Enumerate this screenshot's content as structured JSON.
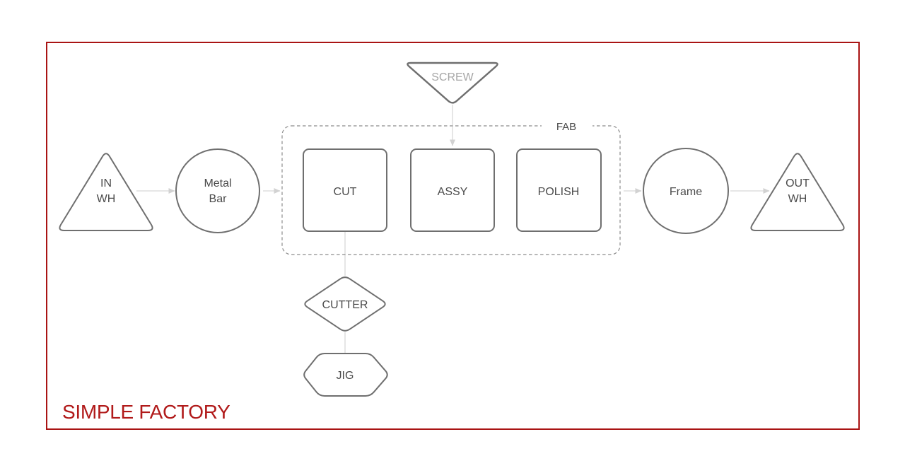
{
  "title": "SIMPLE FACTORY",
  "colors": {
    "accent_red": "#b11a1a",
    "border_red": "#a91414",
    "shape_stroke": "#6f6f6f",
    "label_text": "#4a4a4a",
    "muted_label_text": "#a6a6a6",
    "connector_gray": "#dedede",
    "group_border_gray": "#8c8c8c"
  },
  "group": {
    "label": "FAB"
  },
  "nodes": {
    "screw": {
      "shape": "inverted-triangle",
      "label": "SCREW"
    },
    "in_wh": {
      "shape": "triangle",
      "label": [
        "IN",
        "WH"
      ]
    },
    "metal_bar": {
      "shape": "circle",
      "label": [
        "Metal",
        "Bar"
      ]
    },
    "cut": {
      "shape": "process-box",
      "label": "CUT"
    },
    "assy": {
      "shape": "process-box",
      "label": "ASSY"
    },
    "polish": {
      "shape": "process-box",
      "label": "POLISH"
    },
    "frame": {
      "shape": "circle",
      "label": "Frame"
    },
    "out_wh": {
      "shape": "triangle",
      "label": [
        "OUT",
        "WH"
      ]
    },
    "cutter": {
      "shape": "diamond",
      "label": "CUTTER"
    },
    "jig": {
      "shape": "hexagon",
      "label": "JIG"
    }
  },
  "edges": [
    {
      "from": "in_wh",
      "to": "metal_bar",
      "arrow": true
    },
    {
      "from": "metal_bar",
      "to": "fab-group",
      "arrow": true
    },
    {
      "from": "screw",
      "to": "assy",
      "arrow": true
    },
    {
      "from": "fab-group",
      "to": "frame",
      "arrow": true
    },
    {
      "from": "frame",
      "to": "out_wh",
      "arrow": true
    },
    {
      "from": "cut",
      "to": "cutter",
      "arrow": false
    },
    {
      "from": "cutter",
      "to": "jig",
      "arrow": false
    }
  ]
}
